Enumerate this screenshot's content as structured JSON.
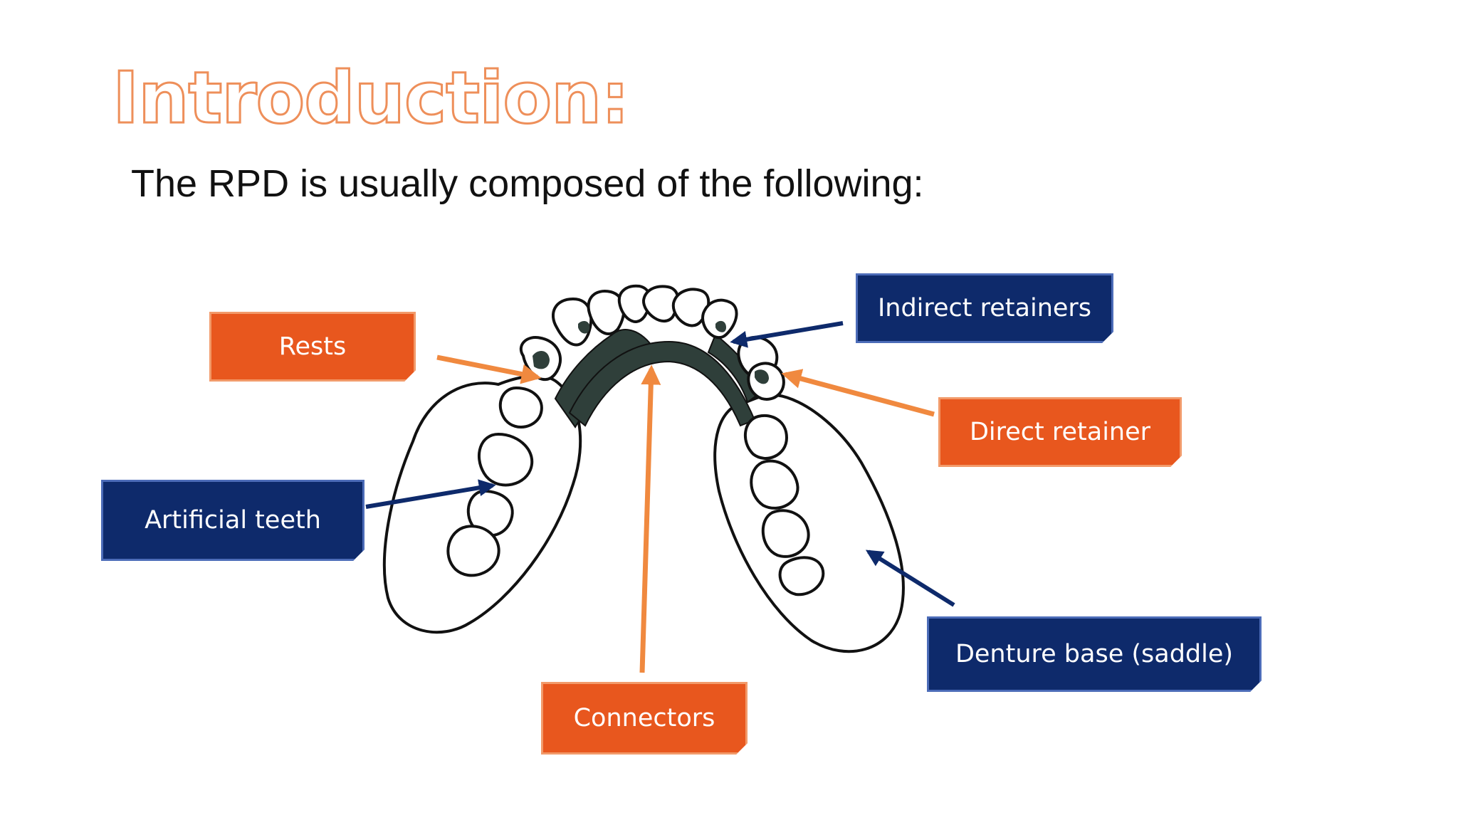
{
  "slide": {
    "title": "Introduction:",
    "subtitle": "The RPD is usually composed of the following:"
  },
  "colors": {
    "title_outline": "#ee8f5a",
    "orange_label": "#e8571e",
    "navy_label": "#0e2a6b",
    "orange_arrow": "#f0893f",
    "navy_arrow": "#0e2a6b",
    "connector_fill": "#2f3f3a"
  },
  "labels": {
    "rests": "Rests",
    "indirect_retainers": "Indirect retainers",
    "direct_retainer": "Direct retainer",
    "artificial_teeth": "Artificial teeth",
    "denture_base": "Denture base (saddle)",
    "connectors": "Connectors"
  }
}
